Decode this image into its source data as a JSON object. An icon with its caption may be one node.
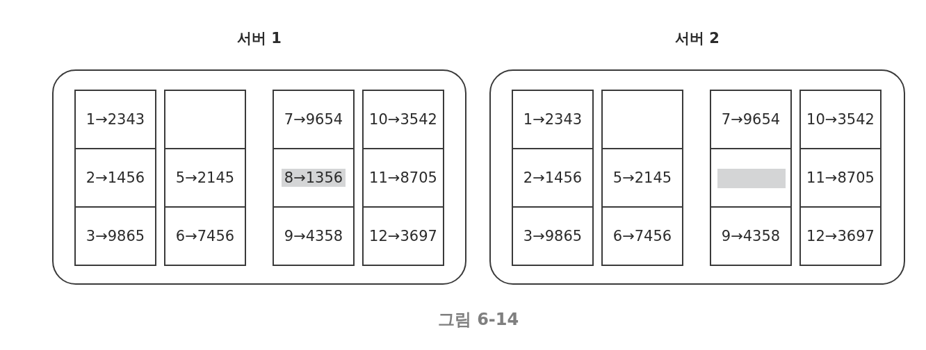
{
  "diagram": {
    "caption": "그림 6-14",
    "nodes": [
      {
        "text": [
          "서버 1"
        ]
      },
      {
        "text": [
          "1→2343"
        ],
        "in": 0
      },
      {
        "text": [],
        "shape": "box",
        "in": 0
      },
      {
        "text": [
          "7→9654"
        ],
        "in": 0
      },
      {
        "text": [
          "10→3542"
        ],
        "in": 0
      },
      {
        "text": [
          "2→1456"
        ],
        "in": 0
      },
      {
        "text": [
          "5→2145"
        ],
        "in": 0
      },
      {
        "text": [
          "8→1356"
        ],
        "in": 0
      },
      {
        "text": [
          "11→8705"
        ],
        "in": 0
      },
      {
        "text": [
          "3→9865"
        ],
        "in": 0
      },
      {
        "text": [
          "6→7456"
        ],
        "in": 0
      },
      {
        "text": [
          "9→4358"
        ],
        "in": 0
      },
      {
        "text": [
          "12→3697"
        ],
        "in": 0
      },
      {
        "text": [
          "서버 2"
        ]
      },
      {
        "text": [
          "1→2343"
        ],
        "in": 13
      },
      {
        "text": [],
        "shape": "box",
        "in": 13
      },
      {
        "text": [
          "7→9654"
        ],
        "in": 13
      },
      {
        "text": [
          "10→3542"
        ],
        "in": 13
      },
      {
        "text": [
          "2→1456"
        ],
        "in": 13
      },
      {
        "text": [
          "5→2145"
        ],
        "in": 13
      },
      {
        "text": [],
        "shape": "box",
        "in": 13
      },
      {
        "text": [],
        "shape": "bar",
        "in": 20
      },
      {
        "text": [
          "11→8705"
        ],
        "in": 13
      },
      {
        "text": [
          "3→9865"
        ],
        "in": 13
      },
      {
        "text": [
          "6→7456"
        ],
        "in": 13
      },
      {
        "text": [
          "9→4358"
        ],
        "in": 13
      },
      {
        "text": [
          "12→3697"
        ],
        "in": 13
      }
    ]
  }
}
